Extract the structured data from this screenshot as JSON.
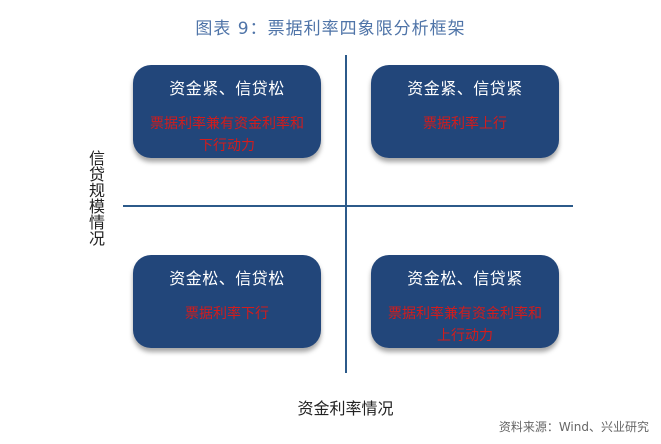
{
  "title": "图表 9：票据利率四象限分析框架",
  "axes": {
    "y_label": "信贷规模情况",
    "x_label": "资金利率情况"
  },
  "quadrants": {
    "top_left": {
      "heading": "资金紧、信贷松",
      "body": "票据利率兼有资金利率和下行动力"
    },
    "top_right": {
      "heading": "资金紧、信贷紧",
      "body": "票据利率上行"
    },
    "bottom_left": {
      "heading": "资金松、信贷松",
      "body": "票据利率下行"
    },
    "bottom_right": {
      "heading": "资金松、信贷紧",
      "body": "票据利率兼有资金利率和上行动力"
    }
  },
  "source": "资料来源：Wind、兴业研究",
  "colors": {
    "box_fill": "#22467a",
    "axis": "#2c5a8a",
    "body_text": "#d21c1c",
    "title": "#4f74a8"
  }
}
